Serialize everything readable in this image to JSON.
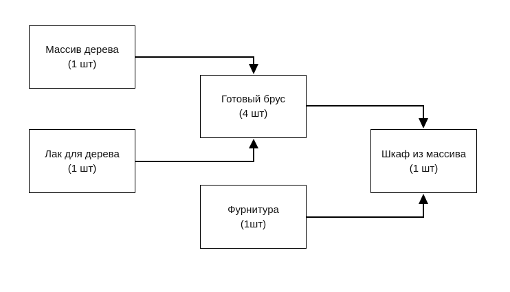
{
  "diagram": {
    "nodes": {
      "wood": {
        "line1": "Массив дерева",
        "line2": "(1 шт)"
      },
      "lacquer": {
        "line1": "Лак для дерева",
        "line2": "(1 шт)"
      },
      "beam": {
        "line1": "Готовый брус",
        "line2": "(4 шт)"
      },
      "fittings": {
        "line1": "Фурнитура",
        "line2": "(1шт)"
      },
      "cabinet": {
        "line1": "Шкаф из массива",
        "line2": "(1 шт)"
      }
    },
    "edges": [
      {
        "from": "wood",
        "to": "beam"
      },
      {
        "from": "lacquer",
        "to": "beam"
      },
      {
        "from": "beam",
        "to": "cabinet"
      },
      {
        "from": "fittings",
        "to": "cabinet"
      }
    ]
  }
}
